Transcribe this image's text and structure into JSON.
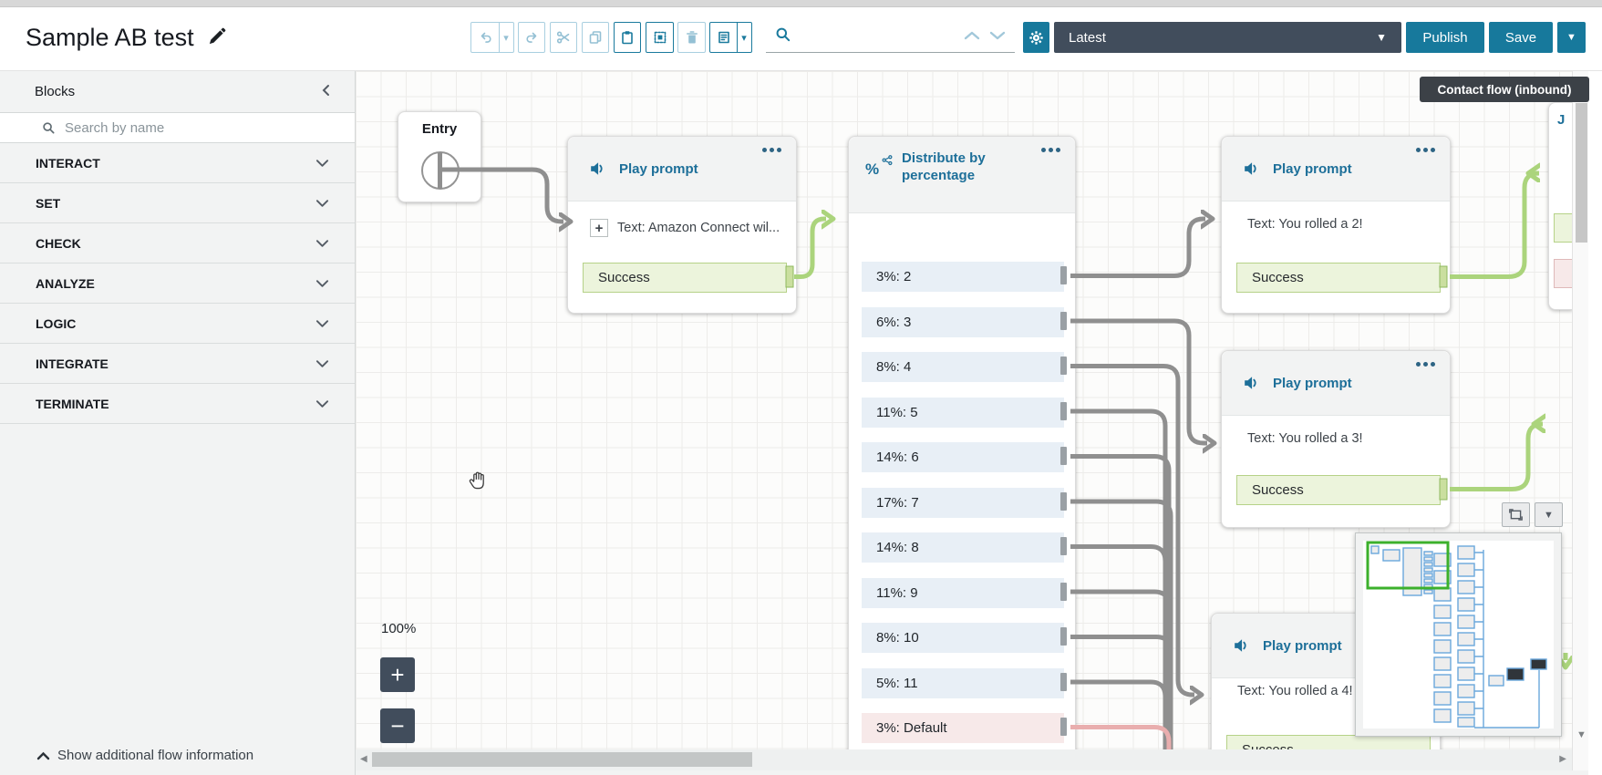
{
  "header": {
    "title": "Sample AB test",
    "version_selector": "Latest",
    "publish_label": "Publish",
    "save_label": "Save",
    "search_value": ""
  },
  "badge": "Contact flow (inbound)",
  "sidebar": {
    "title": "Blocks",
    "search_placeholder": "Search by name",
    "categories": [
      "INTERACT",
      "SET",
      "CHECK",
      "ANALYZE",
      "LOGIC",
      "INTEGRATE",
      "TERMINATE"
    ],
    "footer": "Show additional flow information"
  },
  "canvas": {
    "entry_label": "Entry",
    "play_prompts": [
      {
        "title": "Play prompt",
        "text": "Text: Amazon Connect wil...",
        "result": "Success"
      },
      {
        "title": "Play prompt",
        "text": "Text: You rolled a 2!",
        "result": "Success"
      },
      {
        "title": "Play prompt",
        "text": "Text: You rolled a 3!",
        "result": "Success"
      },
      {
        "title": "Play prompt",
        "text": "Text: You rolled a 4!",
        "result": "Success"
      }
    ],
    "distribute": {
      "title_line1": "Distribute by",
      "title_line2": "percentage",
      "rows": [
        "3%: 2",
        "6%: 3",
        "8%: 4",
        "11%: 5",
        "14%: 6",
        "17%: 7",
        "14%: 8",
        "11%: 9",
        "8%: 10",
        "5%: 11"
      ],
      "default_row": "3%: Default"
    },
    "partial_block_text": "J",
    "zoom_level": "100%"
  },
  "colors": {
    "accent_teal": "#17799c",
    "block_title": "#1d6f99",
    "dark_select": "#414d5c",
    "success_bg": "#ecf4dc",
    "success_border": "#b6d288",
    "row_blue": "#e8eff6",
    "row_pink": "#f7e9e9",
    "connector_gray": "#8f8f8f",
    "connector_green": "#abd47c",
    "connector_pink": "#e9aeae",
    "badge_bg": "#3c4147"
  }
}
